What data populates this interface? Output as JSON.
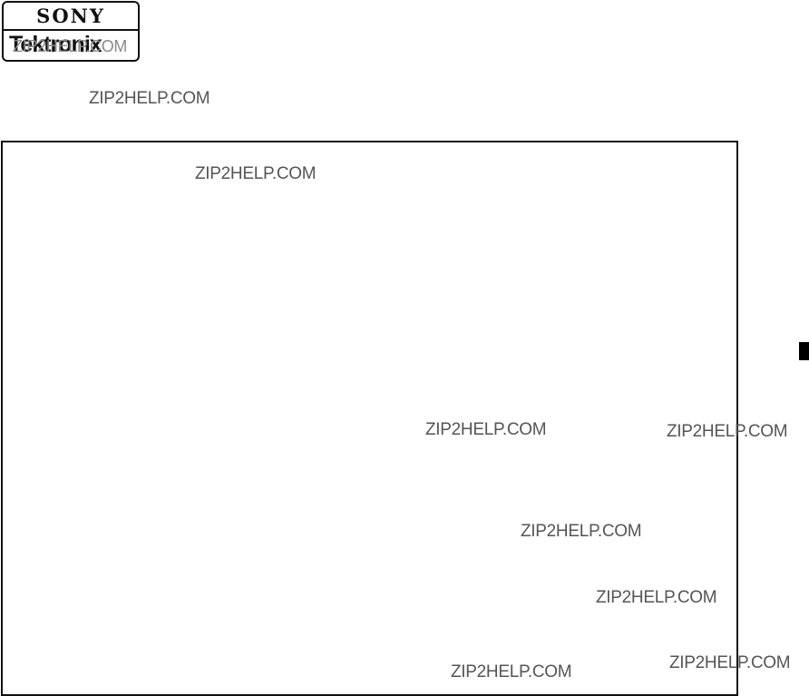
{
  "logo": {
    "brand_top": "SONY",
    "brand_bottom": "Tektronix"
  },
  "watermarks": [
    "ZIP2HELP.COM",
    "ZIP2HELP.COM",
    "ZIP2HELP.COM",
    "ZIP2HELP.COM",
    "ZIP2HELP.COM",
    "ZIP2HELP.COM",
    "ZIP2HELP.COM",
    "ZIP2HELP.COM",
    "ZIP2HELP.COM"
  ]
}
